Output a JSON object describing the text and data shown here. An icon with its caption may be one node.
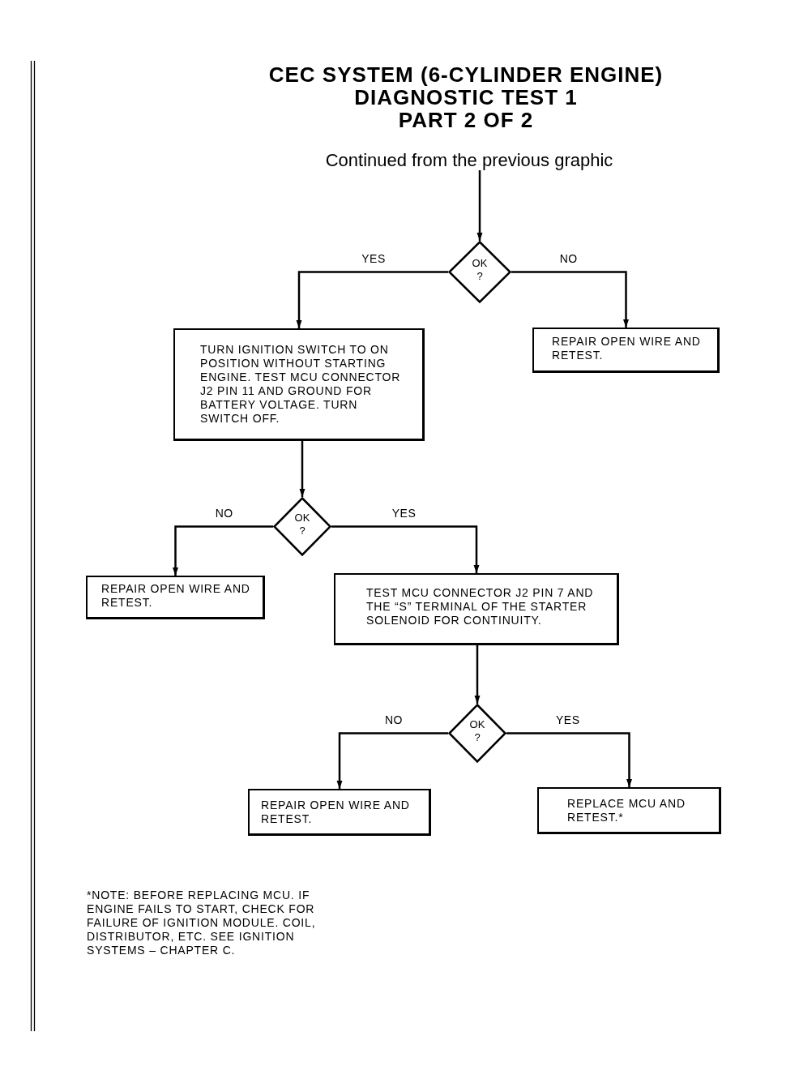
{
  "diagram": {
    "title": "CEC SYSTEM (6-CYLINDER ENGINE) DIAGNOSTIC TEST 1 PART 2 OF 2",
    "nodes": [
      {
        "text": [
          "Continued from the previous graphic"
        ]
      },
      {
        "text": [
          "OK ?"
        ]
      },
      {
        "text": [
          "TURN IGNITION SWITCH TO ON POSITION WITHOUT STARTING ENGINE. TEST MCU CONNECTOR J2 PIN 11 AND GROUND FOR BATTERY VOLTAGE. TURN SWITCH OFF."
        ]
      },
      {
        "text": [
          "REPAIR OPEN WIRE AND RETEST."
        ]
      },
      {
        "text": [
          "OK ?"
        ]
      },
      {
        "text": [
          "REPAIR OPEN WIRE AND RETEST."
        ]
      },
      {
        "text": [
          "TEST MCU CONNECTOR J2 PIN 7 AND THE “S” TERMINAL OF THE STARTER SOLENOID FOR CONTINUITY."
        ]
      },
      {
        "text": [
          "OK ?"
        ]
      },
      {
        "text": [
          "REPAIR OPEN WIRE AND RETEST."
        ]
      },
      {
        "text": [
          "REPLACE MCU AND RETEST.*"
        ]
      }
    ],
    "edges": [
      {
        "from": 0,
        "to": 1,
        "arrow": "to"
      },
      {
        "from": 1,
        "to": 2,
        "arrow": "to",
        "label": "YES"
      },
      {
        "from": 1,
        "to": 3,
        "arrow": "to",
        "label": "NO"
      },
      {
        "from": 2,
        "to": 4,
        "arrow": "to"
      },
      {
        "from": 4,
        "to": 5,
        "arrow": "to",
        "label": "NO"
      },
      {
        "from": 4,
        "to": 6,
        "arrow": "to",
        "label": "YES"
      },
      {
        "from": 6,
        "to": 7,
        "arrow": "to"
      },
      {
        "from": 7,
        "to": 8,
        "arrow": "to",
        "label": "NO"
      },
      {
        "from": 7,
        "to": 9,
        "arrow": "to",
        "label": "YES"
      }
    ],
    "labels": [
      "*NOTE: BEFORE REPLACING MCU. IF ENGINE FAILS TO START, CHECK FOR FAILURE OF IGNITION MODULE. COIL, DISTRIBUTOR, ETC. SEE IGNITION SYSTEMS – CHAPTER C."
    ]
  }
}
